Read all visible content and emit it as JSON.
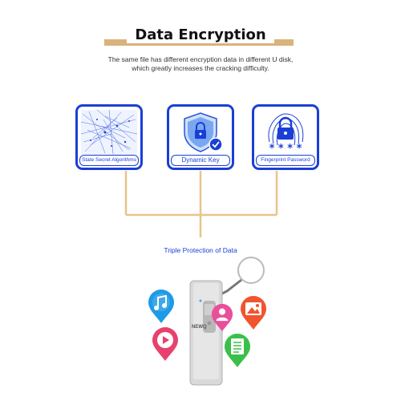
{
  "header": {
    "title": "Data Encryption",
    "subtitle_line1": "The same file has different encryption data in different U disk,",
    "subtitle_line2": "which greatly increases the cracking difficulty."
  },
  "features": [
    {
      "label": "State Secret Algorithms",
      "icon": "network-icon"
    },
    {
      "label": "Dynamic Key",
      "icon": "shield-lock-icon"
    },
    {
      "label": "Fingerprint Password",
      "icon": "fingerprint-lock-icon"
    }
  ],
  "caption": "Triple Protection of Data",
  "device": {
    "brand": "NEWQ"
  },
  "colors": {
    "accent_blue": "#1a3fd6",
    "gold": "#d9b27c",
    "connector": "#e8c48a"
  },
  "file_icons": [
    "music-icon",
    "contact-icon",
    "image-icon",
    "video-icon",
    "document-icon"
  ]
}
